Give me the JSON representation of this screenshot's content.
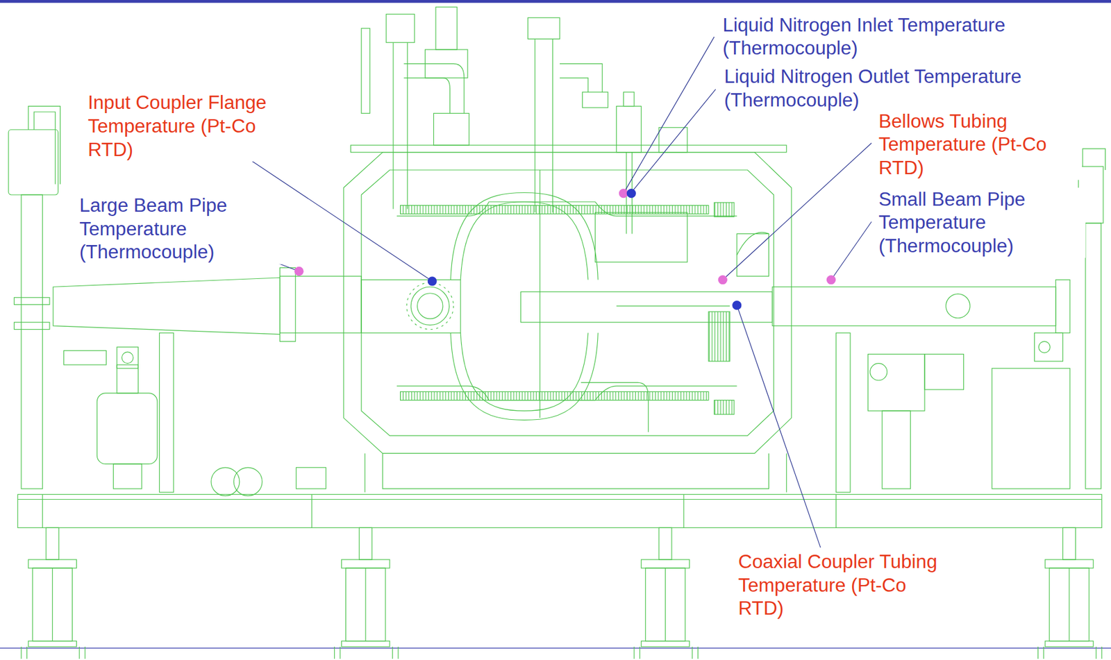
{
  "diagram": {
    "labels": [
      "Liquid Nitrogen Inlet Temperature (Thermocouple)",
      "Liquid Nitrogen Outlet Temperature (Thermocouple)",
      "Input Coupler Flange Temperature (Pt-Co RTD)",
      "Bellows Tubing Temperature (Pt-Co RTD)",
      "Large Beam Pipe Temperature (Thermocouple)",
      "Small Beam Pipe Temperature (Thermocouple)",
      "Coaxial Coupler Tubing Temperature (Pt-Co RTD)"
    ]
  }
}
